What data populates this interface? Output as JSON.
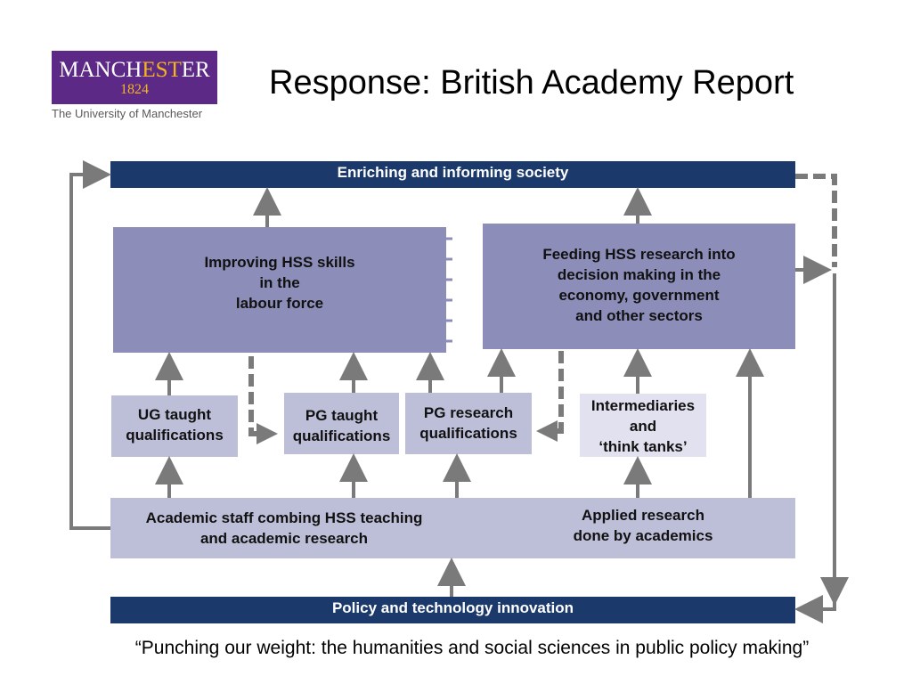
{
  "header": {
    "title": "Response: British Academy Report",
    "logo": {
      "name_a": "MANCH",
      "name_b": "EST",
      "name_c": "ER",
      "year": "1824",
      "subtitle": "The University of Manchester"
    }
  },
  "diagram": {
    "top_bar": "Enriching and informing society",
    "bottom_bar": "Policy and technology innovation",
    "boxes": {
      "skills": [
        "Improving HSS skills",
        "in the",
        "labour force"
      ],
      "feeding": [
        "Feeding HSS research into",
        "decision making in the",
        "economy, government",
        "and other sectors"
      ],
      "ug": [
        "UG taught",
        "qualifications"
      ],
      "pg_taught": [
        "PG taught",
        "qualifications"
      ],
      "pg_research": [
        "PG research",
        "qualifications"
      ],
      "intermediaries": [
        "Intermediaries",
        "and",
        "‘think tanks’"
      ],
      "academic_staff": [
        "Academic staff combing HSS teaching",
        "and academic research"
      ],
      "applied_research": [
        "Applied research",
        "done by academics"
      ]
    },
    "colors": {
      "dark_blue": "#1b3a6b",
      "mid_blue": "#8c8eb9",
      "light_blue": "#bdbfd9",
      "arrow_grey": "#7a7a7a"
    }
  },
  "caption": "“Punching our weight: the humanities and social sciences in public policy making”"
}
